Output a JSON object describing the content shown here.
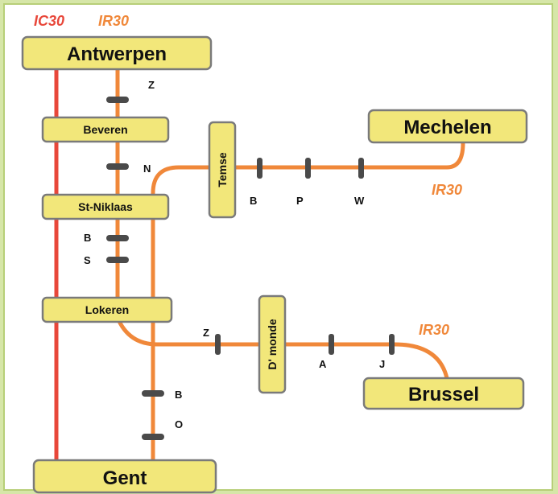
{
  "legend": {
    "ic30": {
      "label": "IC30",
      "color": "#e8473a"
    },
    "ir30": {
      "label": "IR30",
      "color": "#f0883a"
    }
  },
  "stations": {
    "antwerpen": "Antwerpen",
    "beveren": "Beveren",
    "st_niklaas": "St-Niklaas",
    "lokeren": "Lokeren",
    "gent": "Gent",
    "mechelen": "Mechelen",
    "brussel": "Brussel",
    "temse": "Temse",
    "dendermonde": "D' monde"
  },
  "stops": {
    "antw_bev": "Z",
    "bev_stn": "N",
    "stn_lok_1": "B",
    "stn_lok_2": "S",
    "lok_gent_1": "B",
    "lok_gent_2": "O",
    "temse_mech_1": "B",
    "temse_mech_2": "P",
    "temse_mech_3": "W",
    "lok_dm": "Z",
    "dm_bru_1": "A",
    "dm_bru_2": "J"
  },
  "line_labels": {
    "mechelen_branch": "IR30",
    "brussel_branch": "IR30"
  }
}
